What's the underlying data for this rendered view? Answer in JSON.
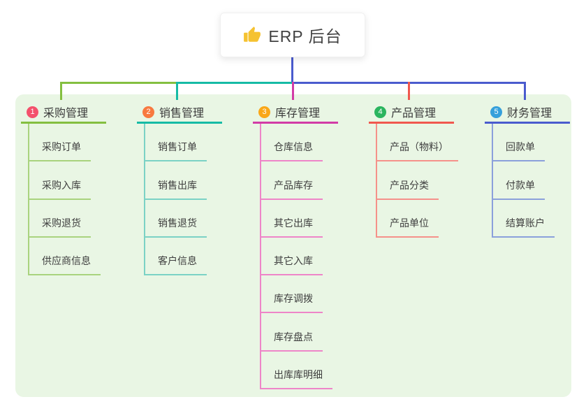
{
  "root": {
    "label": "ERP 后台",
    "icon": "thumbs-up-icon",
    "icon_color": "#F5C231"
  },
  "branches": [
    {
      "label": "采购管理",
      "badge": "1",
      "badge_color": "#F4516C",
      "line_color": "#84BF40",
      "child_line_color": "#A9D37E",
      "children": [
        "采购订单",
        "采购入库",
        "采购退货",
        "供应商信息"
      ]
    },
    {
      "label": "销售管理",
      "badge": "2",
      "badge_color": "#F8793F",
      "line_color": "#16BBA5",
      "child_line_color": "#7BD2C5",
      "children": [
        "销售订单",
        "销售出库",
        "销售退货",
        "客户信息"
      ]
    },
    {
      "label": "库存管理",
      "badge": "3",
      "badge_color": "#FAA718",
      "line_color": "#D23CA6",
      "child_line_color": "#EE85C8",
      "children": [
        "仓库信息",
        "产品库存",
        "其它出库",
        "其它入库",
        "库存调拨",
        "库存盘点",
        "出库库明细"
      ]
    },
    {
      "label": "产品管理",
      "badge": "4",
      "badge_color": "#2BB55F",
      "line_color": "#F0584F",
      "child_line_color": "#F5918A",
      "children": [
        "产品（物料）",
        "产品分类",
        "产品单位"
      ]
    },
    {
      "label": "财务管理",
      "badge": "5",
      "badge_color": "#36A0DB",
      "line_color": "#4A5BCE",
      "child_line_color": "#8BA0DB",
      "children": [
        "回款单",
        "付款单",
        "结算账户"
      ]
    }
  ],
  "colors": {
    "panel_bg": "#E9F6E4",
    "root_line": "#4A5BCE",
    "text": "#3E3E3E"
  }
}
